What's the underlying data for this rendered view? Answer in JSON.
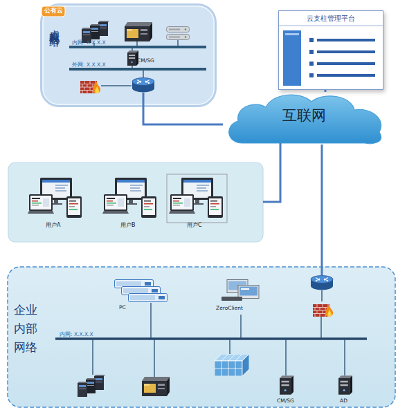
{
  "diagram": {
    "nodes": [
      {
        "text": [
          "虚拟私有网络"
        ]
      },
      {
        "text": [
          "公有云"
        ],
        "in": 0
      },
      {
        "text": [
          "CM/SG"
        ],
        "in": 0
      },
      {
        "text": [
          "云支柱管理平台"
        ]
      },
      {
        "text": [
          "互联网"
        ]
      },
      {
        "text": [
          "用户A"
        ]
      },
      {
        "text": [
          "用户B"
        ]
      },
      {
        "text": [
          "用户C"
        ]
      },
      {
        "text": [
          "企业内部网络"
        ]
      },
      {
        "text": [
          "PC"
        ],
        "in": 8
      },
      {
        "text": [
          "ZeroClient"
        ],
        "in": 8
      },
      {
        "text": [
          "CM/SG"
        ],
        "in": 8
      },
      {
        "text": [
          "AD"
        ],
        "in": 8
      }
    ],
    "edges": [
      {
        "from": 0,
        "to": 4,
        "arrow": "none"
      },
      {
        "from": 3,
        "to": 4,
        "arrow": "none"
      },
      {
        "from": 4,
        "to": 8,
        "arrow": "none"
      }
    ],
    "labels": [
      "内网: X.X.X.X",
      "外网: X.X.X.X",
      "内网: X.X.X.X"
    ]
  }
}
